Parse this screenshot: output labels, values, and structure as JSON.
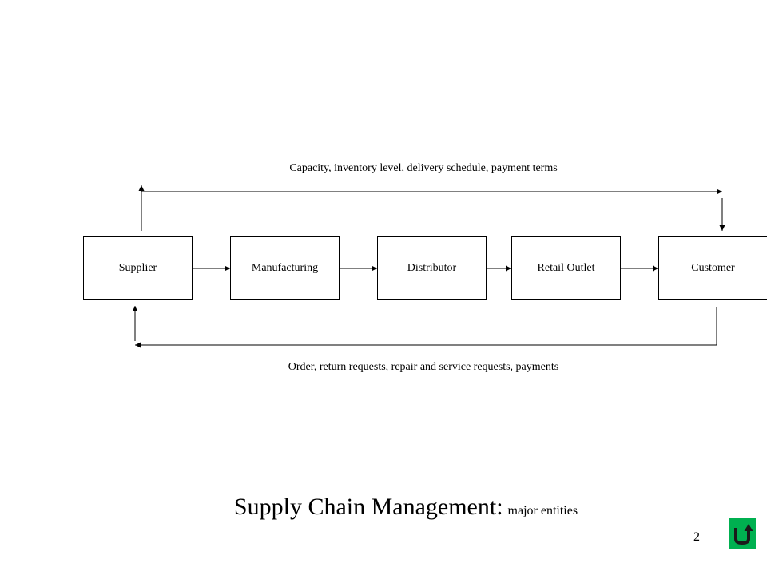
{
  "diagram": {
    "entities": [
      "Supplier",
      "Manufacturing",
      "Distributor",
      "Retail Outlet",
      "Customer"
    ],
    "top_flow_label": "Capacity, inventory level, delivery schedule, payment terms",
    "bottom_flow_label": "Order, return requests, repair and service requests, payments"
  },
  "footer": {
    "title_main": "Supply Chain Management:",
    "title_sub": "major entities",
    "page_number": "2"
  },
  "colors": {
    "return_button": "#00b050"
  },
  "icons": {
    "return_button": "u-turn-arrow-icon"
  }
}
